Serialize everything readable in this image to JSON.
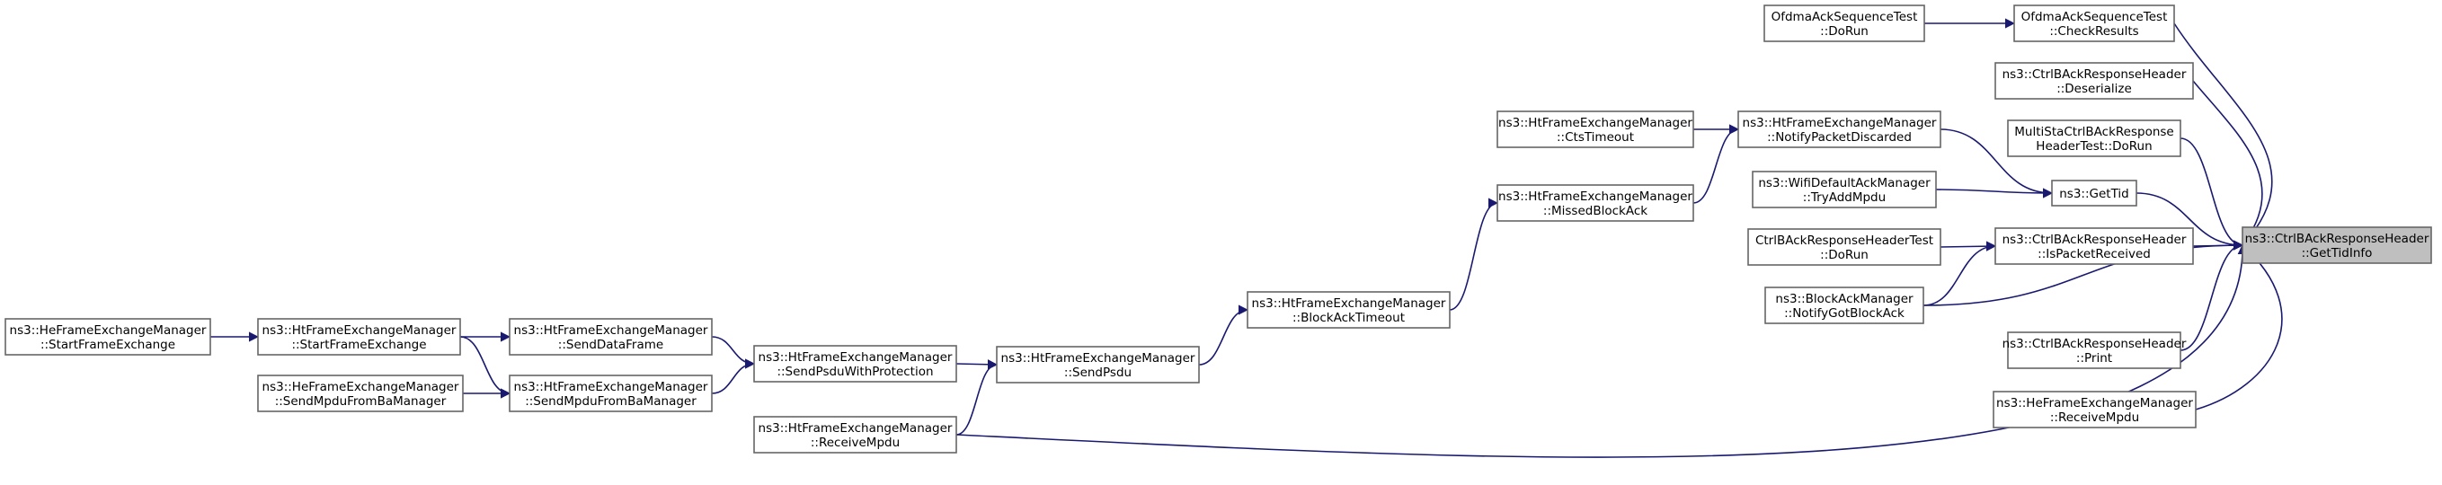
{
  "graph": {
    "root": "ctrlbackresponseheader_gettidinfo",
    "nodes": [
      {
        "id": "ctrlbackresponseheader_gettidinfo",
        "lines": [
          "ns3::CtrlBAckResponseHeader",
          "::GetTidInfo"
        ],
        "root": true
      },
      {
        "id": "ofdmaacksequencetest_checkresults",
        "lines": [
          "OfdmaAckSequenceTest",
          "::CheckResults"
        ]
      },
      {
        "id": "ofdmaacksequencetest_dorun",
        "lines": [
          "OfdmaAckSequenceTest",
          "::DoRun"
        ]
      },
      {
        "id": "ctrlbackresponseheader_deserialize",
        "lines": [
          "ns3::CtrlBAckResponseHeader",
          "::Deserialize"
        ]
      },
      {
        "id": "multistactrlbackresponseheadertest_dorun",
        "lines": [
          "MultiStaCtrlBAckResponse",
          "HeaderTest::DoRun"
        ]
      },
      {
        "id": "gettid",
        "lines": [
          "ns3::GetTid"
        ]
      },
      {
        "id": "htframeexchangemanager_notifypacketdiscarded",
        "lines": [
          "ns3::HtFrameExchangeManager",
          "::NotifyPacketDiscarded"
        ]
      },
      {
        "id": "htframeexchangemanager_ctstimeout",
        "lines": [
          "ns3::HtFrameExchangeManager",
          "::CtsTimeout"
        ]
      },
      {
        "id": "htframeexchangemanager_missedblockack",
        "lines": [
          "ns3::HtFrameExchangeManager",
          "::MissedBlockAck"
        ]
      },
      {
        "id": "wifidefaultackmanager_tryaddmpdu",
        "lines": [
          "ns3::WifiDefaultAckManager",
          "::TryAddMpdu"
        ]
      },
      {
        "id": "ctrlbackresponseheader_ispacketreceived",
        "lines": [
          "ns3::CtrlBAckResponseHeader",
          "::IsPacketReceived"
        ]
      },
      {
        "id": "ctrlbackresponseheadertest_dorun",
        "lines": [
          "CtrlBAckResponseHeaderTest",
          "::DoRun"
        ]
      },
      {
        "id": "blockackmanager_notifygotblockack",
        "lines": [
          "ns3::BlockAckManager",
          "::NotifyGotBlockAck"
        ]
      },
      {
        "id": "htframeexchangemanager_blockacktimeout",
        "lines": [
          "ns3::HtFrameExchangeManager",
          "::BlockAckTimeout"
        ]
      },
      {
        "id": "htframeexchangemanager_sendpsdu",
        "lines": [
          "ns3::HtFrameExchangeManager",
          "::SendPsdu"
        ]
      },
      {
        "id": "htframeexchangemanager_sendpsduwithprotection",
        "lines": [
          "ns3::HtFrameExchangeManager",
          "::SendPsduWithProtection"
        ]
      },
      {
        "id": "htframeexchangemanager_senddataframe",
        "lines": [
          "ns3::HtFrameExchangeManager",
          "::SendDataFrame"
        ]
      },
      {
        "id": "htframeexchangemanager_sendmpdufrombamanager",
        "lines": [
          "ns3::HtFrameExchangeManager",
          "::SendMpduFromBaManager"
        ]
      },
      {
        "id": "htframeexchangemanager_startframeexchange",
        "lines": [
          "ns3::HtFrameExchangeManager",
          "::StartFrameExchange"
        ]
      },
      {
        "id": "heframeexchangemanager_startframeexchange",
        "lines": [
          "ns3::HeFrameExchangeManager",
          "::StartFrameExchange"
        ]
      },
      {
        "id": "heframeexchangemanager_sendmpdufrombamanager",
        "lines": [
          "ns3::HeFrameExchangeManager",
          "::SendMpduFromBaManager"
        ]
      },
      {
        "id": "htframeexchangemanager_receivempdu",
        "lines": [
          "ns3::HtFrameExchangeManager",
          "::ReceiveMpdu"
        ]
      },
      {
        "id": "ctrlbackresponseheader_print",
        "lines": [
          "ns3::CtrlBAckResponseHeader",
          "::Print"
        ]
      },
      {
        "id": "heframeexchangemanager_receivempdu",
        "lines": [
          "ns3::HeFrameExchangeManager",
          "::ReceiveMpdu"
        ]
      }
    ],
    "edges": [
      {
        "from": "ofdmaacksequencetest_dorun",
        "to": "ofdmaacksequencetest_checkresults"
      },
      {
        "from": "ofdmaacksequencetest_checkresults",
        "to": "ctrlbackresponseheader_gettidinfo"
      },
      {
        "from": "ctrlbackresponseheader_deserialize",
        "to": "ctrlbackresponseheader_gettidinfo"
      },
      {
        "from": "multistactrlbackresponseheadertest_dorun",
        "to": "ctrlbackresponseheader_gettidinfo"
      },
      {
        "from": "htframeexchangemanager_ctstimeout",
        "to": "htframeexchangemanager_notifypacketdiscarded"
      },
      {
        "from": "htframeexchangemanager_missedblockack",
        "to": "htframeexchangemanager_notifypacketdiscarded"
      },
      {
        "from": "htframeexchangemanager_notifypacketdiscarded",
        "to": "gettid"
      },
      {
        "from": "wifidefaultackmanager_tryaddmpdu",
        "to": "gettid"
      },
      {
        "from": "gettid",
        "to": "ctrlbackresponseheader_gettidinfo"
      },
      {
        "from": "ctrlbackresponseheadertest_dorun",
        "to": "ctrlbackresponseheader_ispacketreceived"
      },
      {
        "from": "blockackmanager_notifygotblockack",
        "to": "ctrlbackresponseheader_ispacketreceived"
      },
      {
        "from": "ctrlbackresponseheader_ispacketreceived",
        "to": "ctrlbackresponseheader_gettidinfo"
      },
      {
        "from": "blockackmanager_notifygotblockack",
        "to": "ctrlbackresponseheader_gettidinfo"
      },
      {
        "from": "htframeexchangemanager_blockacktimeout",
        "to": "htframeexchangemanager_missedblockack"
      },
      {
        "from": "htframeexchangemanager_sendpsdu",
        "to": "htframeexchangemanager_blockacktimeout"
      },
      {
        "from": "htframeexchangemanager_sendpsduwithprotection",
        "to": "htframeexchangemanager_sendpsdu"
      },
      {
        "from": "htframeexchangemanager_receivempdu",
        "to": "htframeexchangemanager_sendpsdu"
      },
      {
        "from": "htframeexchangemanager_senddataframe",
        "to": "htframeexchangemanager_sendpsduwithprotection"
      },
      {
        "from": "htframeexchangemanager_sendmpdufrombamanager",
        "to": "htframeexchangemanager_sendpsduwithprotection"
      },
      {
        "from": "htframeexchangemanager_startframeexchange",
        "to": "htframeexchangemanager_senddataframe"
      },
      {
        "from": "htframeexchangemanager_startframeexchange",
        "to": "htframeexchangemanager_sendmpdufrombamanager"
      },
      {
        "from": "heframeexchangemanager_sendmpdufrombamanager",
        "to": "htframeexchangemanager_sendmpdufrombamanager"
      },
      {
        "from": "heframeexchangemanager_startframeexchange",
        "to": "htframeexchangemanager_startframeexchange"
      },
      {
        "from": "htframeexchangemanager_receivempdu",
        "to": "ctrlbackresponseheader_gettidinfo"
      },
      {
        "from": "ctrlbackresponseheader_print",
        "to": "ctrlbackresponseheader_gettidinfo"
      },
      {
        "from": "heframeexchangemanager_receivempdu",
        "to": "ctrlbackresponseheader_gettidinfo"
      }
    ]
  },
  "colors": {
    "edge": "#191970",
    "node_border": "#666666",
    "node_fill": "#ffffff",
    "root_fill": "#bfbfbf"
  }
}
